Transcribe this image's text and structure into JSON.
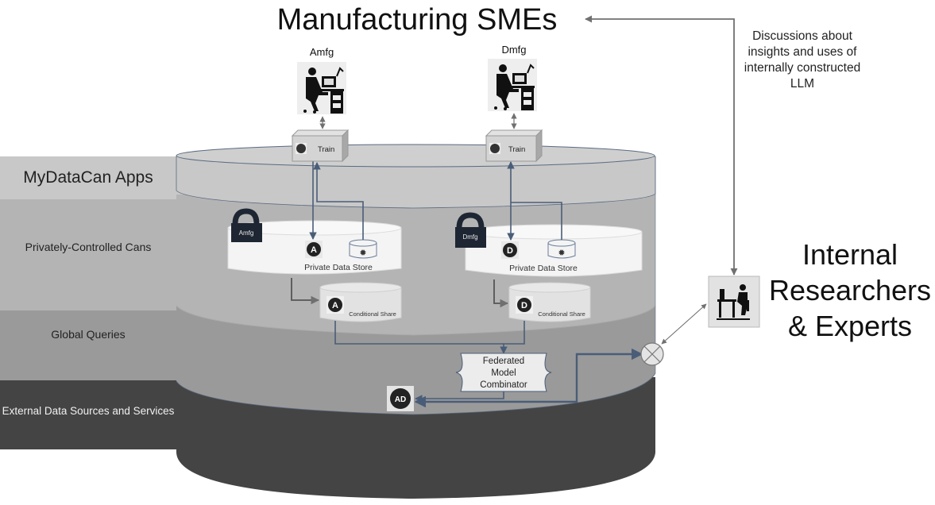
{
  "title": "Manufacturing SMEs",
  "researchers": {
    "title_lines": [
      "Internal",
      "Researchers",
      "& Experts"
    ],
    "icon": "researcher-at-desk-icon"
  },
  "discussion_note": "Discussions about insights and uses of internally constructed LLM",
  "layers": [
    {
      "label": "MyDataCan Apps",
      "color": "#c8c8c8"
    },
    {
      "label": "Privately-Controlled Cans",
      "color": "#b4b4b4"
    },
    {
      "label": "Global Queries",
      "color": "#9a9a9a"
    },
    {
      "label": "External Data Sources and Services",
      "color": "#444444"
    }
  ],
  "organizations": [
    {
      "name": "Amfg",
      "train_label": "Train",
      "lock_label": "Amfg",
      "store_label": "Private Data Store",
      "share_label": "Conditional Share",
      "model_letter": "A"
    },
    {
      "name": "Dmfg",
      "train_label": "Train",
      "lock_label": "Dmfg",
      "store_label": "Private Data Store",
      "share_label": "Conditional Share",
      "model_letter": "D"
    }
  ],
  "combinator": {
    "lines": [
      "Federated",
      "Model",
      "Combinator"
    ]
  },
  "combined_model": {
    "letters": "AD"
  },
  "colors": {
    "connector": "#4a5d78",
    "arrow_gray": "#707070",
    "lock": "#1e2633",
    "store": "#f4f4f4",
    "share": "#e2e2e2",
    "combinator_fill": "#ececec"
  }
}
